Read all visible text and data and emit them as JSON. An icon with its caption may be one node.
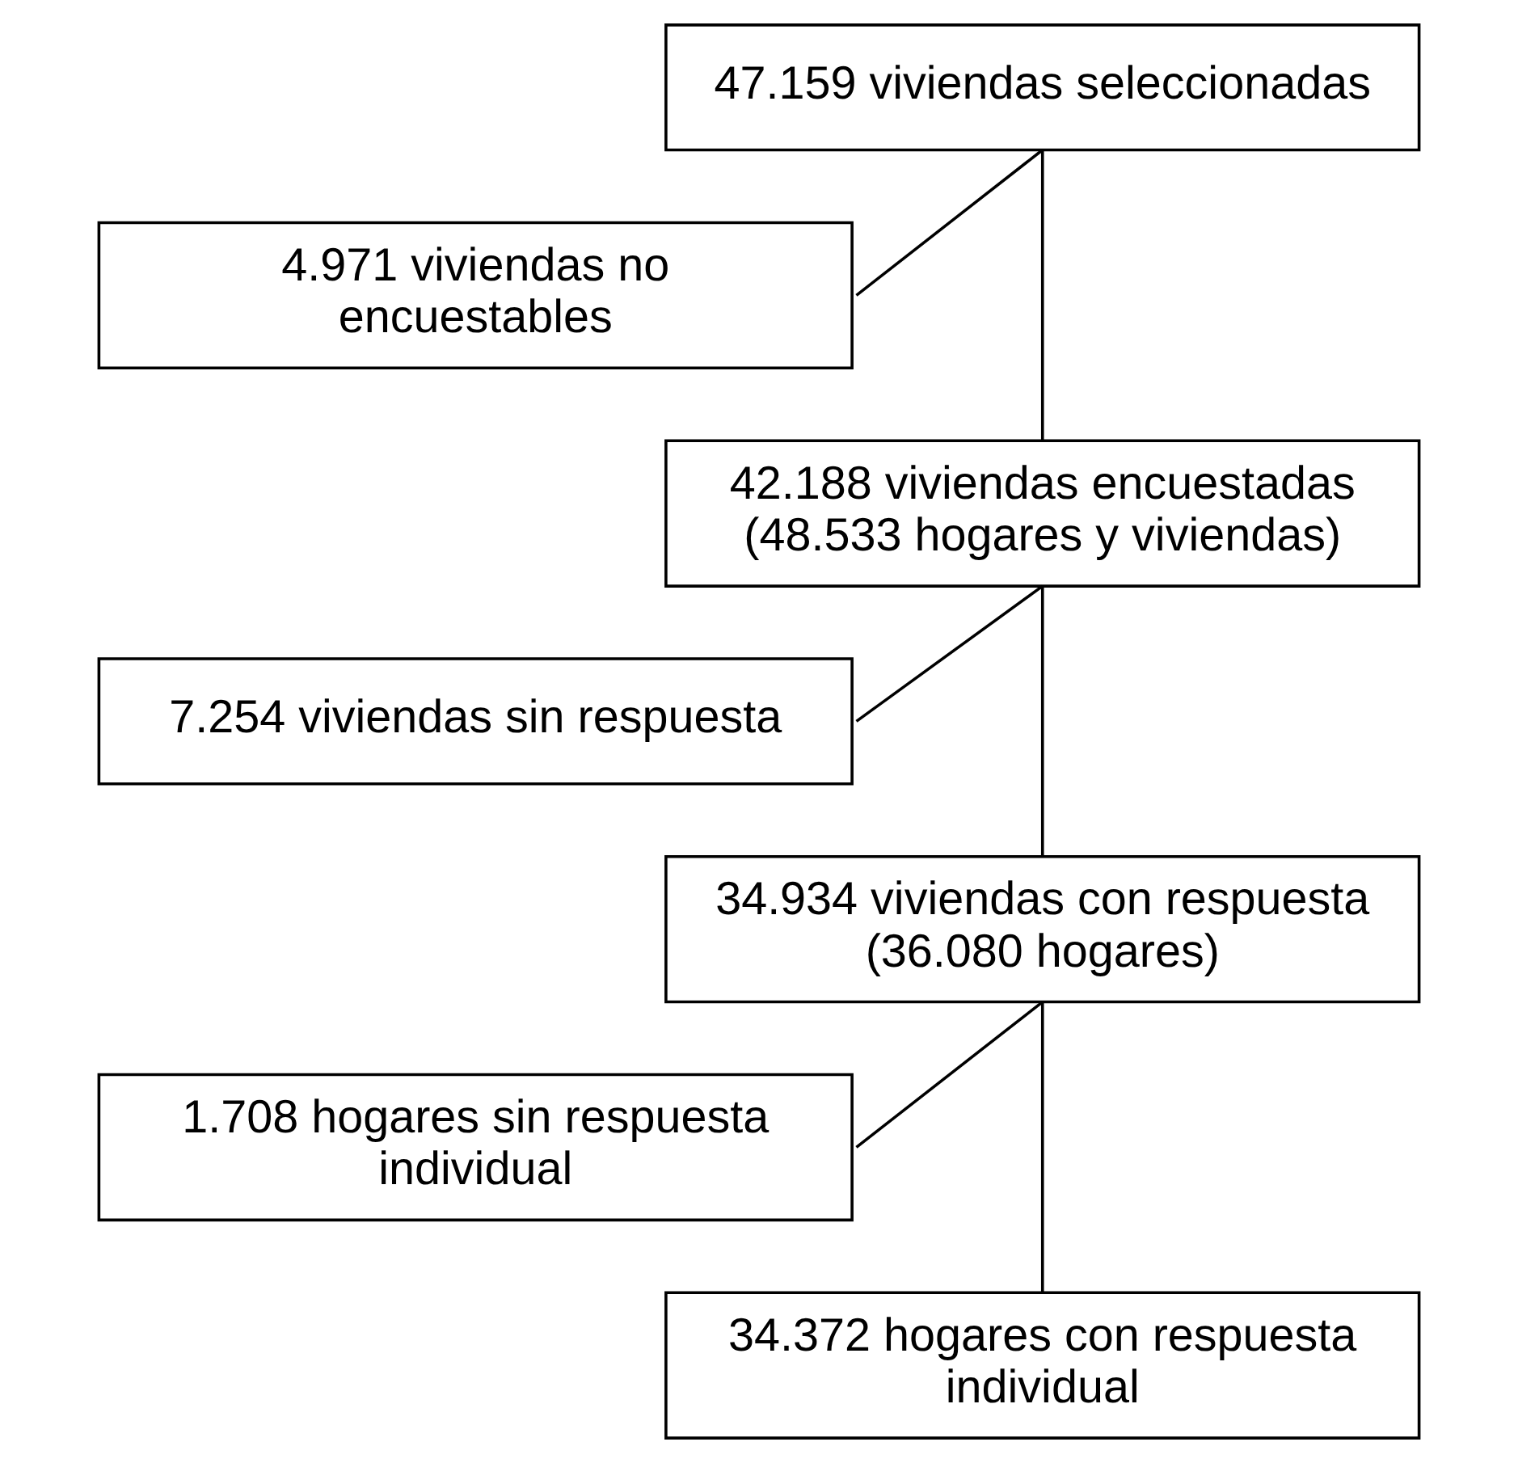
{
  "diagram": {
    "nodes": [
      {
        "text": [
          "47.159 viviendas seleccionadas"
        ]
      },
      {
        "text": [
          "4.971 viviendas no encuestables"
        ]
      },
      {
        "text": [
          "42.188 viviendas encuestadas (48.533 hogares y viviendas)"
        ]
      },
      {
        "text": [
          "7.254 viviendas sin respuesta"
        ]
      },
      {
        "text": [
          "34.934 viviendas con respuesta (36.080 hogares)"
        ]
      },
      {
        "text": [
          "1.708 hogares sin respuesta individual"
        ]
      },
      {
        "text": [
          "34.372 hogares con respuesta individual"
        ]
      }
    ],
    "edges": [
      {
        "from": 0,
        "to": 1,
        "arrow": "none"
      },
      {
        "from": 0,
        "to": 2,
        "arrow": "none"
      },
      {
        "from": 2,
        "to": 3,
        "arrow": "none"
      },
      {
        "from": 2,
        "to": 4,
        "arrow": "none"
      },
      {
        "from": 4,
        "to": 5,
        "arrow": "none"
      },
      {
        "from": 4,
        "to": 6,
        "arrow": "none"
      }
    ]
  }
}
